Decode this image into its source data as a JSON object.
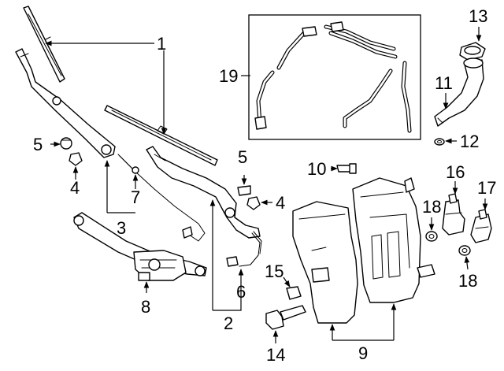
{
  "callouts": {
    "c1": "1",
    "c2": "2",
    "c3": "3",
    "c4a": "4",
    "c4b": "4",
    "c5a": "5",
    "c5b": "5",
    "c6": "6",
    "c7": "7",
    "c8": "8",
    "c9": "9",
    "c10": "10",
    "c11": "11",
    "c12": "12",
    "c13": "13",
    "c14": "14",
    "c15": "15",
    "c16": "16",
    "c17": "17",
    "c18a": "18",
    "c18b": "18",
    "c19": "19"
  }
}
